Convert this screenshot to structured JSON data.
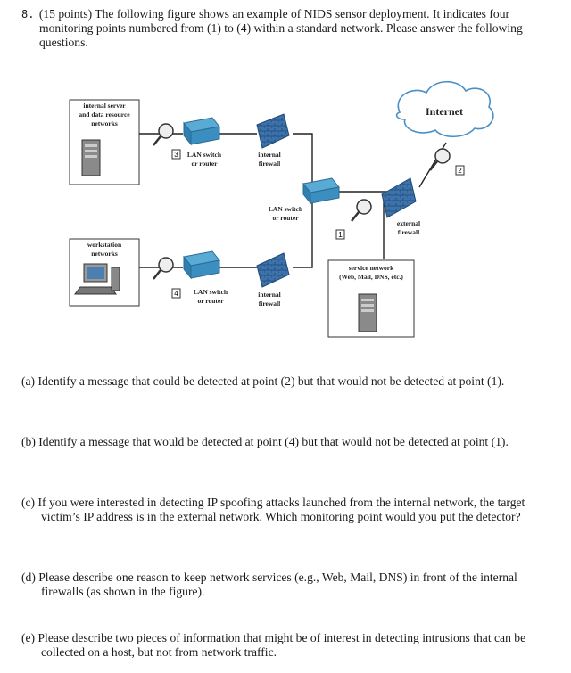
{
  "question": {
    "number": "8.",
    "text": "(15 points) The following figure shows an example of NIDS sensor deployment. It indicates four monitoring points numbered from (1) to (4) within a standard network. Please answer the following questions."
  },
  "figure": {
    "internal_server": [
      "internal server",
      "and data resource",
      "networks"
    ],
    "workstation": [
      "workstation",
      "networks"
    ],
    "internet": "Internet",
    "lan_switch_top": [
      "LAN switch",
      "or router"
    ],
    "lan_switch_mid": [
      "LAN switch",
      "or router"
    ],
    "lan_switch_bottom": [
      "LAN switch",
      "or router"
    ],
    "internal_firewall_top": [
      "internal",
      "firewall"
    ],
    "internal_firewall_bottom": [
      "internal",
      "firewall"
    ],
    "external_firewall": [
      "external",
      "firewall"
    ],
    "service_network": [
      "service network",
      "(Web, Mail, DNS, etc.)"
    ],
    "points": [
      "1",
      "2",
      "3",
      "4"
    ]
  },
  "subquestions": [
    "(a) Identify a message that could be detected at point (2) but that would not be detected at point (1).",
    "(b) Identify a message that would be detected at point (4) but that would not be detected at point (1).",
    "(c) If you were interested in detecting IP spoofing attacks launched from the internal network, the target victim’s IP address is in the external network. Which monitoring point would you put the detector?",
    "(d) Please describe one reason to keep network services (e.g., Web, Mail, DNS) in front of the internal firewalls (as shown in the figure).",
    "(e) Please describe two pieces of information that might be of interest in detecting intrusions that can be collected on a host, but not from network traffic."
  ],
  "colors": {
    "switch": "#3a8fc0",
    "firewall": "#3a6fa8",
    "server": "#8a8a8a",
    "line": "#222222"
  }
}
